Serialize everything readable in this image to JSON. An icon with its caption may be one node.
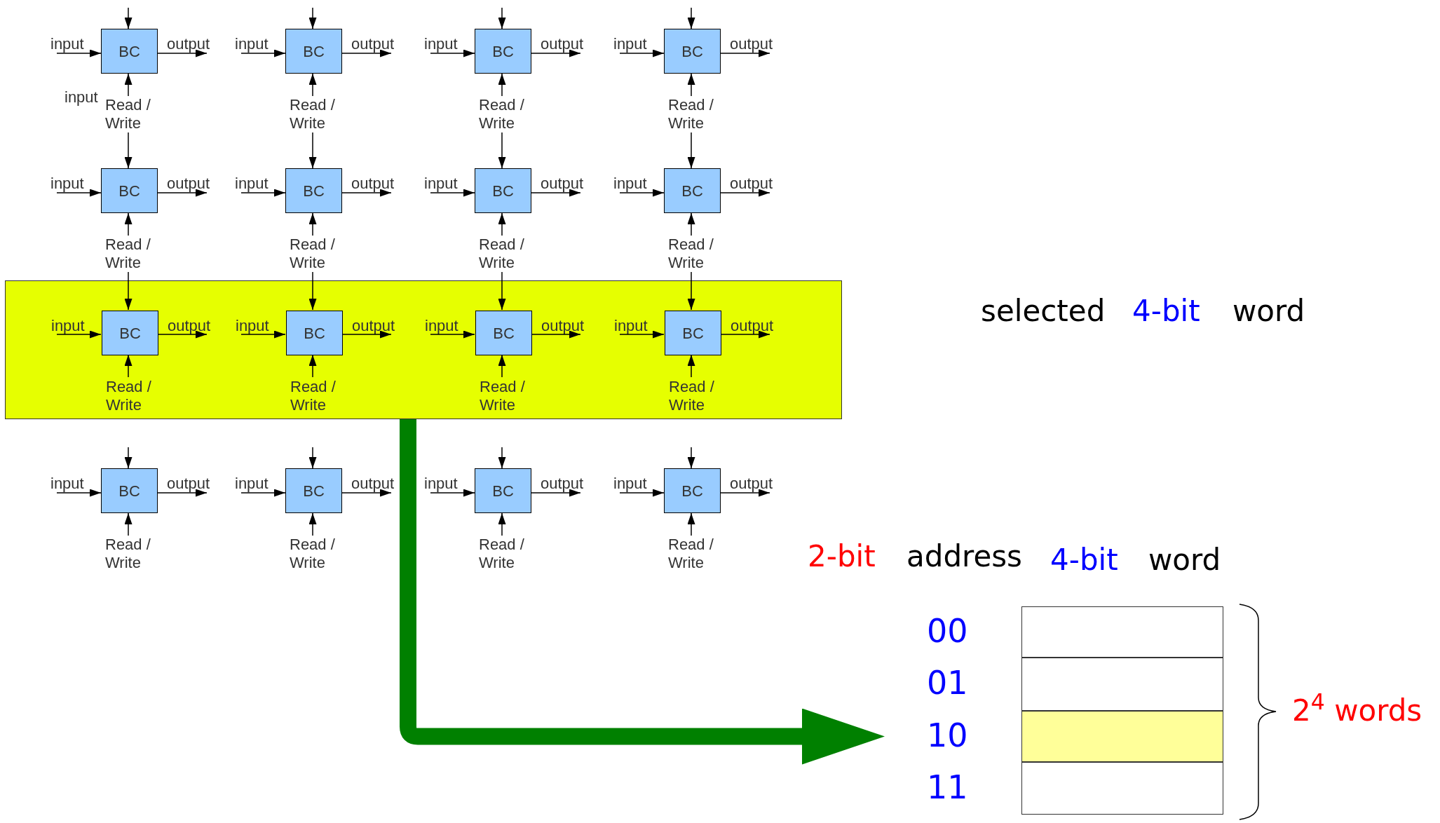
{
  "diagram": {
    "nodes": [
      {
        "text": [
          "input"
        ]
      },
      {
        "text": [
          "BC"
        ]
      },
      {
        "text": [
          "output"
        ]
      },
      {
        "text": [
          "Read / Write"
        ]
      },
      {
        "text": [
          "input"
        ]
      },
      {
        "text": [
          "BC"
        ]
      },
      {
        "text": [
          "output"
        ]
      },
      {
        "text": [
          "Read / Write"
        ]
      },
      {
        "text": [
          "input"
        ]
      },
      {
        "text": [
          "BC"
        ]
      },
      {
        "text": [
          "output"
        ]
      },
      {
        "text": [
          "Read / Write"
        ]
      },
      {
        "text": [
          "input"
        ]
      },
      {
        "text": [
          "BC"
        ]
      },
      {
        "text": [
          "output"
        ]
      },
      {
        "text": [
          "Read / Write"
        ]
      },
      {
        "text": [
          "input"
        ]
      },
      {
        "text": [
          "BC"
        ]
      },
      {
        "text": [
          "output"
        ]
      },
      {
        "text": [
          "Read / Write"
        ]
      },
      {
        "text": [
          "input"
        ]
      },
      {
        "text": [
          "BC"
        ]
      },
      {
        "text": [
          "output"
        ]
      },
      {
        "text": [
          "Read / Write"
        ]
      },
      {
        "text": [
          "input"
        ]
      },
      {
        "text": [
          "BC"
        ]
      },
      {
        "text": [
          "output"
        ]
      },
      {
        "text": [
          "Read / Write"
        ]
      },
      {
        "text": [
          "input"
        ]
      },
      {
        "text": [
          "BC"
        ]
      },
      {
        "text": [
          "output"
        ]
      },
      {
        "text": [
          "Read / Write"
        ]
      },
      {
        "text": [],
        "shape": "box"
      },
      {
        "text": [
          "input"
        ],
        "in": 32
      },
      {
        "text": [
          "BC"
        ],
        "in": 32
      },
      {
        "text": [
          "output"
        ],
        "in": 32
      },
      {
        "text": [
          "Read / Write"
        ],
        "in": 32
      },
      {
        "text": [
          "input"
        ],
        "in": 32
      },
      {
        "text": [
          "BC"
        ],
        "in": 32
      },
      {
        "text": [
          "output"
        ],
        "in": 32
      },
      {
        "text": [
          "Read / Write"
        ],
        "in": 32
      },
      {
        "text": [
          "input"
        ],
        "in": 32
      },
      {
        "text": [
          "BC"
        ],
        "in": 32
      },
      {
        "text": [
          "output"
        ],
        "in": 32
      },
      {
        "text": [
          "Read / Write"
        ],
        "in": 32
      },
      {
        "text": [
          "input"
        ],
        "in": 32
      },
      {
        "text": [
          "BC"
        ],
        "in": 32
      },
      {
        "text": [
          "output"
        ],
        "in": 32
      },
      {
        "text": [
          "Read / Write"
        ],
        "in": 32
      },
      {
        "text": [
          "input"
        ]
      },
      {
        "text": [
          "BC"
        ]
      },
      {
        "text": [
          "output"
        ]
      },
      {
        "text": [
          "Read / Write"
        ]
      },
      {
        "text": [
          "input"
        ]
      },
      {
        "text": [
          "BC"
        ]
      },
      {
        "text": [
          "output"
        ]
      },
      {
        "text": [
          "Read / Write"
        ]
      },
      {
        "text": [
          "input"
        ]
      },
      {
        "text": [
          "BC"
        ]
      },
      {
        "text": [
          "output"
        ]
      },
      {
        "text": [
          "Read / Write"
        ]
      },
      {
        "text": [
          "input"
        ]
      },
      {
        "text": [
          "BC"
        ]
      },
      {
        "text": [
          "output"
        ]
      },
      {
        "text": [
          "Read / Write"
        ]
      },
      {
        "text": [],
        "shape": "box",
        "beside": [
          "00"
        ]
      },
      {
        "text": [],
        "shape": "box",
        "beside": [
          "01"
        ]
      },
      {
        "text": [],
        "shape": "box",
        "beside": [
          "10"
        ]
      },
      {
        "text": [],
        "shape": "box",
        "beside": [
          "11"
        ]
      }
    ],
    "edges": [
      {
        "from": 0,
        "to": 1,
        "arrow": "to"
      },
      {
        "from": 1,
        "to": 2,
        "arrow": "to"
      },
      {
        "from": null,
        "to": 1,
        "arrow": "to"
      },
      {
        "from": 3,
        "to": 1,
        "arrow": "to"
      },
      {
        "from": 4,
        "to": 5,
        "arrow": "to"
      },
      {
        "from": 5,
        "to": 6,
        "arrow": "to"
      },
      {
        "from": null,
        "to": 5,
        "arrow": "to"
      },
      {
        "from": 7,
        "to": 5,
        "arrow": "to"
      },
      {
        "from": 8,
        "to": 9,
        "arrow": "to"
      },
      {
        "from": 9,
        "to": 10,
        "arrow": "to"
      },
      {
        "from": null,
        "to": 9,
        "arrow": "to"
      },
      {
        "from": 11,
        "to": 9,
        "arrow": "to"
      },
      {
        "from": 12,
        "to": 13,
        "arrow": "to"
      },
      {
        "from": 13,
        "to": 14,
        "arrow": "to"
      },
      {
        "from": null,
        "to": 13,
        "arrow": "to"
      },
      {
        "from": 15,
        "to": 13,
        "arrow": "to"
      },
      {
        "from": 16,
        "to": 17,
        "arrow": "to"
      },
      {
        "from": 17,
        "to": 18,
        "arrow": "to"
      },
      {
        "from": 3,
        "to": 17,
        "arrow": "to"
      },
      {
        "from": 19,
        "to": 17,
        "arrow": "to"
      },
      {
        "from": 20,
        "to": 21,
        "arrow": "to"
      },
      {
        "from": 21,
        "to": 22,
        "arrow": "to"
      },
      {
        "from": 7,
        "to": 21,
        "arrow": "to"
      },
      {
        "from": 23,
        "to": 21,
        "arrow": "to"
      },
      {
        "from": 24,
        "to": 25,
        "arrow": "to"
      },
      {
        "from": 25,
        "to": 26,
        "arrow": "to"
      },
      {
        "from": 11,
        "to": 25,
        "arrow": "to"
      },
      {
        "from": 27,
        "to": 25,
        "arrow": "to"
      },
      {
        "from": 28,
        "to": 29,
        "arrow": "to"
      },
      {
        "from": 29,
        "to": 30,
        "arrow": "to"
      },
      {
        "from": 15,
        "to": 29,
        "arrow": "to"
      },
      {
        "from": 31,
        "to": 29,
        "arrow": "to"
      },
      {
        "from": 33,
        "to": 34,
        "arrow": "to"
      },
      {
        "from": 34,
        "to": 35,
        "arrow": "to"
      },
      {
        "from": 19,
        "to": 34,
        "arrow": "to"
      },
      {
        "from": 36,
        "to": 34,
        "arrow": "to"
      },
      {
        "from": 37,
        "to": 38,
        "arrow": "to"
      },
      {
        "from": 38,
        "to": 39,
        "arrow": "to"
      },
      {
        "from": 23,
        "to": 38,
        "arrow": "to"
      },
      {
        "from": 40,
        "to": 38,
        "arrow": "to"
      },
      {
        "from": 41,
        "to": 42,
        "arrow": "to"
      },
      {
        "from": 42,
        "to": 43,
        "arrow": "to"
      },
      {
        "from": 27,
        "to": 42,
        "arrow": "to"
      },
      {
        "from": 44,
        "to": 42,
        "arrow": "to"
      },
      {
        "from": 45,
        "to": 46,
        "arrow": "to"
      },
      {
        "from": 46,
        "to": 47,
        "arrow": "to"
      },
      {
        "from": 31,
        "to": 46,
        "arrow": "to"
      },
      {
        "from": 48,
        "to": 46,
        "arrow": "to"
      },
      {
        "from": 49,
        "to": 50,
        "arrow": "to"
      },
      {
        "from": 50,
        "to": 51,
        "arrow": "to"
      },
      {
        "from": null,
        "to": 50,
        "arrow": "to"
      },
      {
        "from": 52,
        "to": 50,
        "arrow": "to"
      },
      {
        "from": 53,
        "to": 54,
        "arrow": "to"
      },
      {
        "from": 54,
        "to": 55,
        "arrow": "to"
      },
      {
        "from": null,
        "to": 54,
        "arrow": "to"
      },
      {
        "from": 56,
        "to": 54,
        "arrow": "to"
      },
      {
        "from": 57,
        "to": 58,
        "arrow": "to"
      },
      {
        "from": 58,
        "to": 59,
        "arrow": "to"
      },
      {
        "from": null,
        "to": 58,
        "arrow": "to"
      },
      {
        "from": 60,
        "to": 58,
        "arrow": "to"
      },
      {
        "from": 61,
        "to": 62,
        "arrow": "to"
      },
      {
        "from": 62,
        "to": 63,
        "arrow": "to"
      },
      {
        "from": null,
        "to": 62,
        "arrow": "to"
      },
      {
        "from": 64,
        "to": 62,
        "arrow": "to"
      },
      {
        "from": 32,
        "to": 67,
        "arrow": "to",
        "style": "thick",
        "color": "#008000"
      }
    ],
    "labels": [
      "input",
      "selected",
      "4-bit",
      "word",
      "2-bit",
      "address",
      "4-bit",
      "word",
      "2$^{4}$ words"
    ]
  }
}
